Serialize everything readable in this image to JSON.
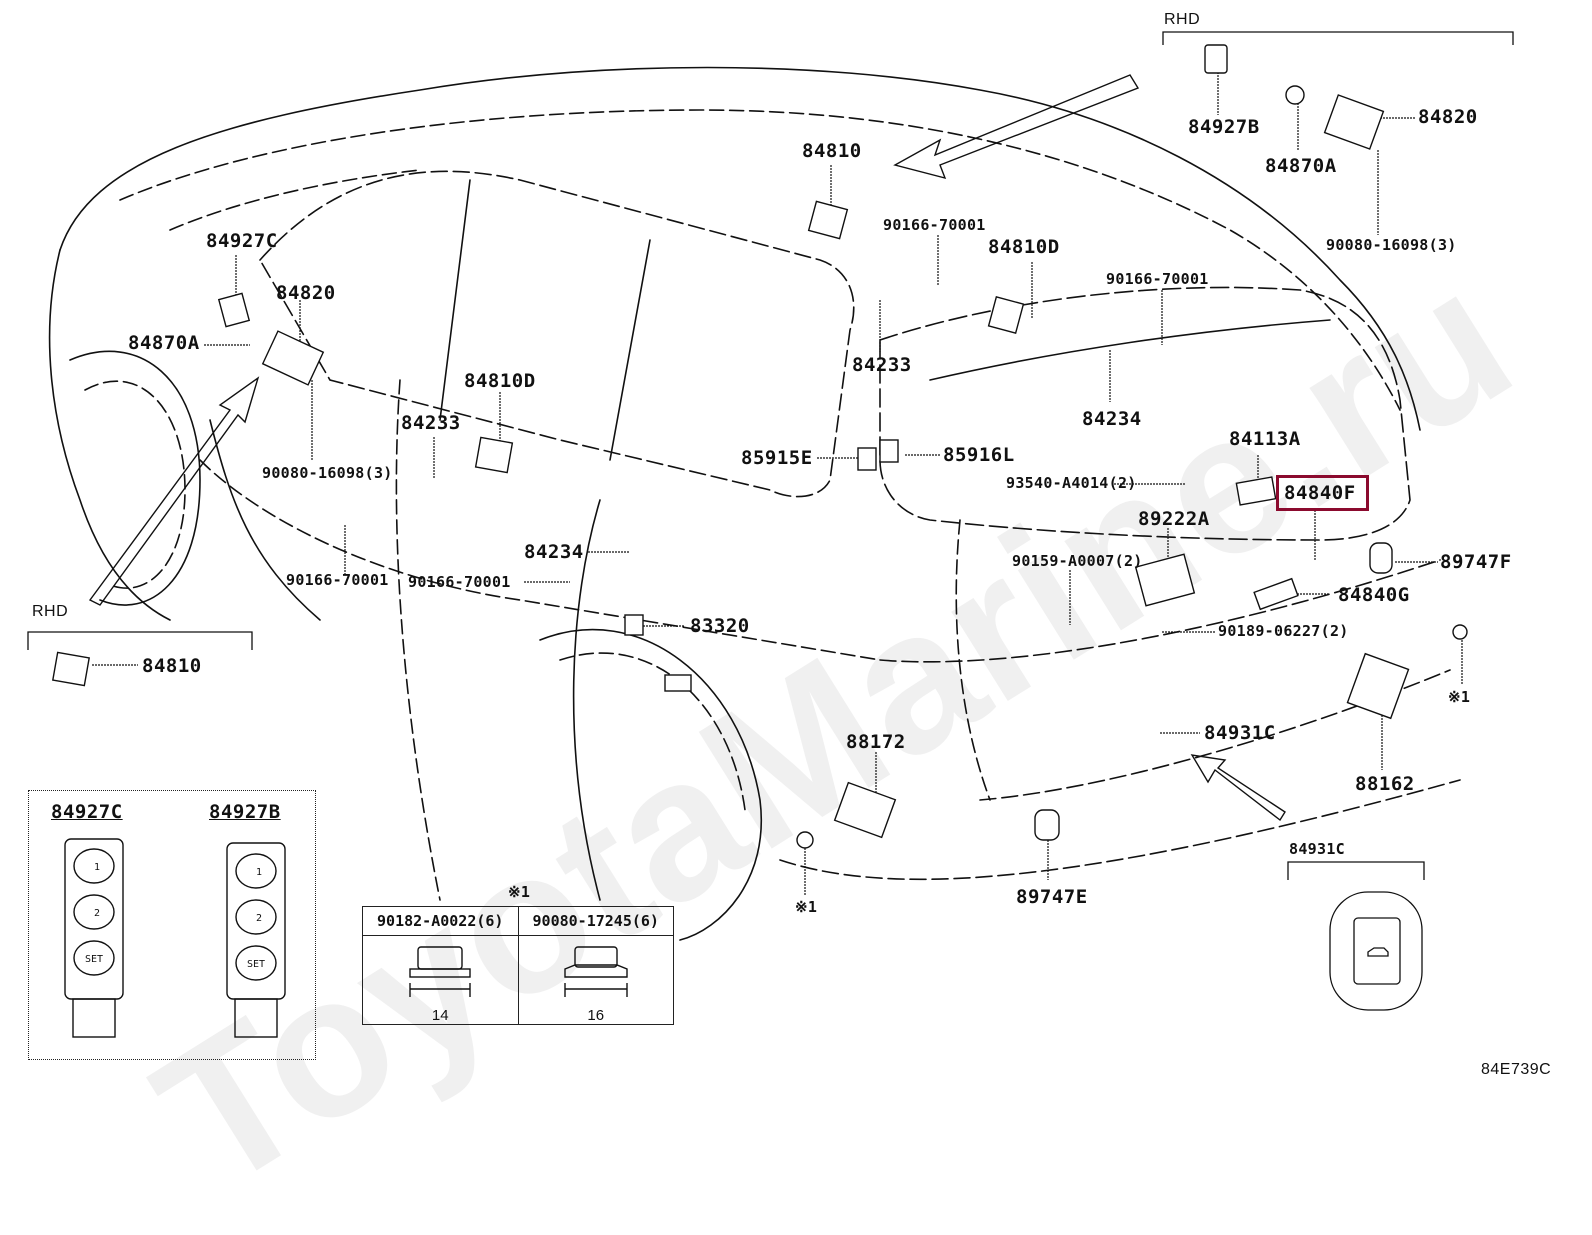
{
  "diagram": {
    "type": "parts-exploded-view",
    "subject": "Vehicle rear hatch / door switches & sensors",
    "figure_code": "84E739C",
    "watermark": "ToyotaMarine.ru",
    "highlighted_part": "84840F",
    "highlight_color": "#8b0a2e",
    "rhd_labels": {
      "top": "RHD",
      "left": "RHD"
    },
    "parts": {
      "p84927B_rhd": "84927B",
      "p84870A_rhd": "84870A",
      "p84820_rhd": "84820",
      "p90080_16098_rhd": "90080-16098(3)",
      "p84810_top": "84810",
      "p90166_70001_a": "90166-70001",
      "p84810D_top": "84810D",
      "p90166_70001_b": "90166-70001",
      "p84233_top": "84233",
      "p84234_top": "84234",
      "p84927C": "84927C",
      "p84820_lhd": "84820",
      "p84870A_lhd": "84870A",
      "p84810D_mid": "84810D",
      "p84233_mid": "84233",
      "p90080_16098_lhd": "90080-16098(3)",
      "p85915E": "85915E",
      "p85916L": "85916L",
      "p84113A": "84113A",
      "p93540": "93540-A4014(2)",
      "p84840F": "84840F",
      "p89222A": "89222A",
      "p90159": "90159-A0007(2)",
      "p89747F": "89747F",
      "p84840G": "84840G",
      "p90189": "90189-06227(2)",
      "p90166_70001_c": "90166-70001",
      "p84234_mid": "84234",
      "p90166_70001_d": "90166-70001",
      "p83320": "83320",
      "p84810_rhd": "84810",
      "p88172": "88172",
      "p84931C": "84931C",
      "p88162": "88162",
      "p89747E": "89747E",
      "mark1_a": "※1",
      "mark1_b": "※1"
    },
    "inset_switches": {
      "left_title": "84927C",
      "right_title": "84927B",
      "buttons": [
        "1",
        "2",
        "SET"
      ]
    },
    "inset_fasteners": {
      "note": "※1",
      "columns": [
        {
          "part": "90182-A0022(6)",
          "dimension": "14"
        },
        {
          "part": "90080-17245(6)",
          "dimension": "16"
        }
      ]
    },
    "inset_84931C": {
      "title": "84931C"
    }
  }
}
